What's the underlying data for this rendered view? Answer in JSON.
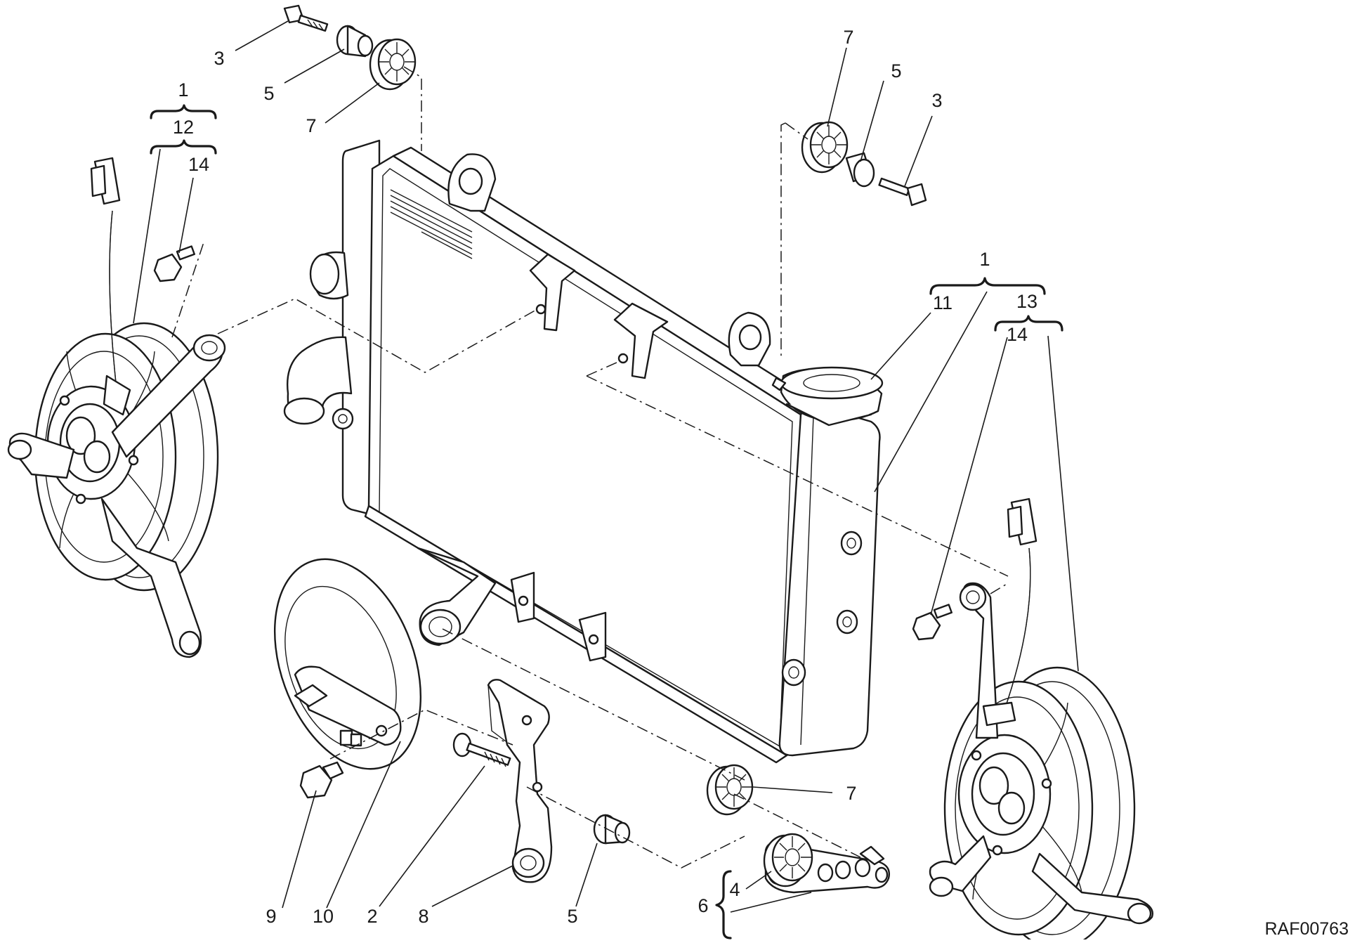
{
  "diagram": {
    "code": "RAF00763",
    "callouts": {
      "c1_left": "1",
      "c12": "12",
      "c14_left": "14",
      "c3_top": "3",
      "c5_top": "5",
      "c7_top": "7",
      "c7_right": "7",
      "c5_right": "5",
      "c3_right": "3",
      "c1_right": "1",
      "c11": "11",
      "c13": "13",
      "c14_right": "14",
      "c7_bottom": "7",
      "c9": "9",
      "c10": "10",
      "c2": "2",
      "c8": "8",
      "c5_bottom": "5",
      "c6": "6",
      "c4": "4"
    }
  }
}
